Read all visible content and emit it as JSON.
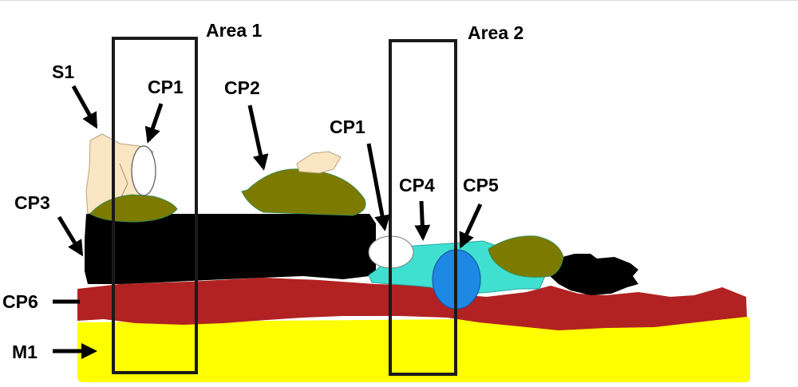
{
  "labels": {
    "area1": "Area 1",
    "area2": "Area 2",
    "s1": "S1",
    "cp1_left": "CP1",
    "cp2": "CP2",
    "cp1_right": "CP1",
    "cp4": "CP4",
    "cp5": "CP5",
    "cp3": "CP3",
    "cp6": "CP6",
    "m1": "M1"
  },
  "colors": {
    "m1_layer": "#ffff00",
    "cp6_layer": "#b22222",
    "cp3_layer": "#000000",
    "olive_phase": "#7d7a00",
    "s1_phase": "#fbe6c4",
    "cp1_phase": "#ffffff",
    "cp4_phase": "#40e0d0",
    "cp5_phase": "#1e88e5",
    "frame": "#1a1a1a"
  }
}
